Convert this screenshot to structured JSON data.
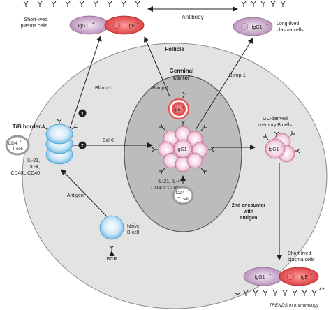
{
  "labels": {
    "antibody": "Antibody",
    "short_lived_top": [
      "Short-lived",
      "plasma cells"
    ],
    "long_lived": [
      "Long-lived",
      "plasma cells"
    ],
    "follicle": "Follicle",
    "germinal_center": [
      "Germinal",
      "center"
    ],
    "blimp1_left": "Blimp-1",
    "blimp1_center": "Blimp-1",
    "blimp1_right": "Blimp-1",
    "bcl6": "Bcl-6",
    "tb_border": "T/B border",
    "cd4_left": [
      "CD4",
      "+",
      "T cell"
    ],
    "cytokines_left": [
      "IL-21,",
      "IL-4,",
      "CD40L:CD40"
    ],
    "cytokines_gc": [
      "IL-21, IL-4",
      "CD40L:CD40"
    ],
    "cd4_gc": [
      "CD4",
      "+",
      "T cell"
    ],
    "gc_memory": [
      "GC-derived",
      "memory B cells"
    ],
    "antigen": "Antigen",
    "naive": [
      "Naive",
      "B cell"
    ],
    "bcr": "BCR",
    "second_encounter": [
      "2nd encounter",
      "with",
      "antigen"
    ],
    "short_lived_bottom": [
      "Short-lived",
      "plasma cells"
    ],
    "igg1": "IgG1",
    "ige": "IgE",
    "plus": "+",
    "step1": "1",
    "step2": "2",
    "footer_journal": "TRENDS",
    "footer_section": "in Immunology"
  },
  "colors": {
    "follicle_fill": "#e3e3e3",
    "gc_fill": "#bcbcbc",
    "plasma_pink": "#c6a3c6",
    "plasma_red": "#e8595b",
    "bcell_blue": "#9fd0ec",
    "gc_cell_pink": "#f6d7e6",
    "text": "#231f20"
  }
}
